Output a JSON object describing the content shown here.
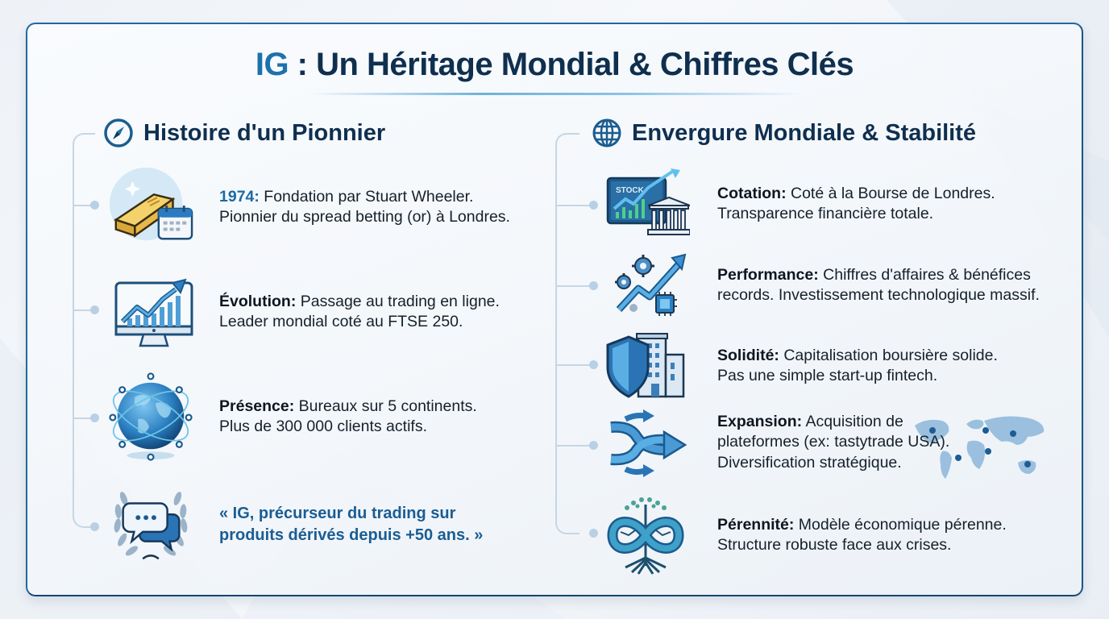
{
  "header": {
    "brand": "IG",
    "title_rest": " : Un Héritage Mondial & Chiffres Clés"
  },
  "left_section": {
    "icon": "compass-icon",
    "heading": "Histoire d'un Pionnier",
    "items": [
      {
        "icon": "gold-bar-calendar-icon",
        "label": "1974:",
        "line1": " Fondation par Stuart Wheeler.",
        "line2": "Pionnier du spread betting (or) à Londres."
      },
      {
        "icon": "monitor-chart-icon",
        "label": "Évolution:",
        "line1": " Passage au trading en ligne.",
        "line2": "Leader mondial coté au FTSE 250."
      },
      {
        "icon": "network-globe-icon",
        "label": "Présence:",
        "line1": " Bureaux sur 5 continents.",
        "line2": "Plus de 300 000 clients actifs."
      },
      {
        "icon": "laurel-speech-bubble-icon",
        "quote_line1": "« IG, précurseur du trading sur",
        "quote_line2": "produits dérivés depuis +50 ans. »"
      }
    ]
  },
  "right_section": {
    "icon": "globe-icon",
    "heading": "Envergure Mondiale & Stabilité",
    "items": [
      {
        "icon": "stock-exchange-icon",
        "icon_text": "STOCK",
        "label": "Cotation:",
        "line1": " Coté à la Bourse de Londres.",
        "line2": "Transparence financière totale."
      },
      {
        "icon": "gears-growth-chip-icon",
        "label": "Performance:",
        "line1": " Chiffres d'affaires & bénéfices",
        "line2": "records. Investissement technologique massif."
      },
      {
        "icon": "shield-building-icon",
        "label": "Solidité:",
        "line1": " Capitalisation boursière solide.",
        "line2": "Pas une simple start-up fintech."
      },
      {
        "icon": "merging-arrows-icon",
        "label": "Expansion:",
        "line1": " Acquisition de",
        "line2": "plateformes (ex: tastytrade USA).",
        "line3": "Diversification stratégique.",
        "decor": "world-map-pins-icon"
      },
      {
        "icon": "infinity-tree-icon",
        "label": "Pérennité:",
        "line1": " Modèle économique pérenne.",
        "line2": "Structure robuste face aux crises."
      }
    ]
  },
  "colors": {
    "brand_blue": "#1c72ad",
    "title_navy": "#0f2f4f",
    "frame_blue": "#1f6aa0",
    "quote_blue": "#1a5d94",
    "timeline": "#c6d6e4"
  }
}
